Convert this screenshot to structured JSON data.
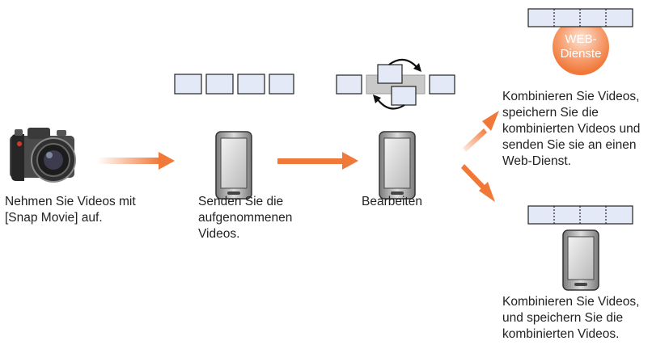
{
  "steps": {
    "record": {
      "lines": [
        "Nehmen Sie Videos mit",
        "[Snap Movie] auf."
      ]
    },
    "send": {
      "lines": [
        "Senden Sie die",
        "aufgenommenen",
        "Videos."
      ]
    },
    "edit": {
      "lines": [
        "Bearbeiten"
      ]
    },
    "web": {
      "lines": [
        "Kombinieren Sie Videos,",
        "speichern Sie die",
        "kombinierten Videos und",
        "senden Sie sie an einen",
        "Web-Dienst."
      ]
    },
    "save": {
      "lines": [
        "Kombinieren Sie Videos,",
        "und speichern Sie die",
        "kombinierten Videos."
      ]
    }
  },
  "web_badge": {
    "line1": "WEB-",
    "line2": "Dienste"
  },
  "icons": [
    "camera-icon",
    "smartphone-icon",
    "film-strip-icon",
    "rearrange-arrows-icon",
    "cloud-badge-icon"
  ],
  "colors": {
    "arrow": "#f0793a",
    "clip_fill": "#e3e9f7",
    "clip_stroke": "#222222",
    "badge": "#f4854f",
    "text": "#222222"
  }
}
